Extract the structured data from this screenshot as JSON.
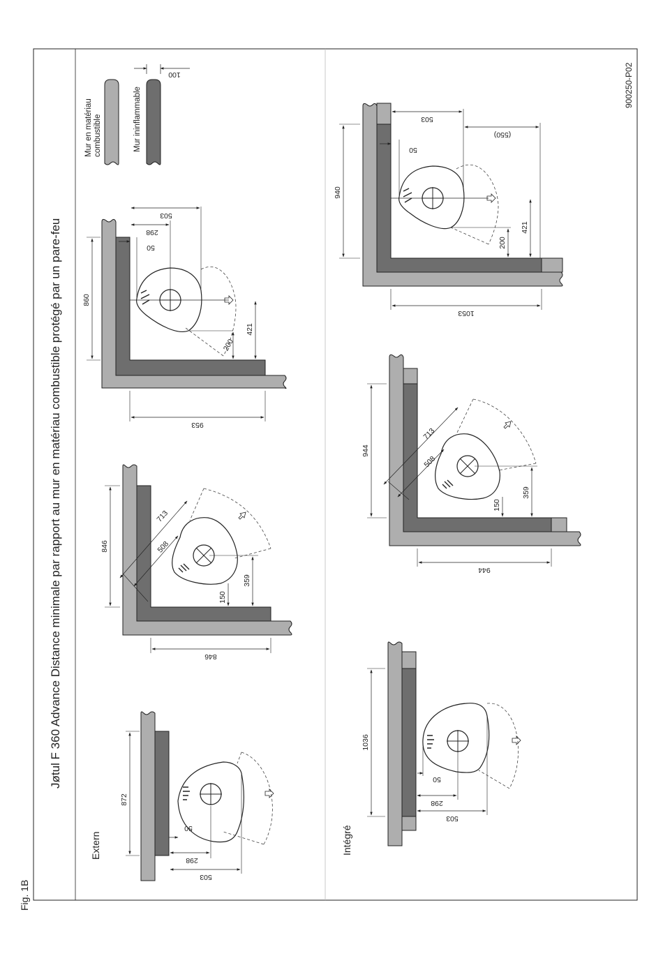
{
  "figure_label": "Fig. 1B",
  "title": "Jøtul F 360 Advance Distance minimale par rapport au mur en matériau combustible protégé par un pare-feu",
  "reference": "900250-P02",
  "colors": {
    "combustible_wall": "#aeaeae",
    "noncombustible_wall": "#6e6e6e",
    "outline": "#222222"
  },
  "legend": {
    "combustible": [
      "Mur en matériau",
      "combustible"
    ],
    "noncombustible": "Mur ininflammable",
    "noncombustible_thickness": "100"
  },
  "sections": {
    "extern": "Extern",
    "integre": "Intégré"
  },
  "diagrams": {
    "extern_straight": {
      "d872": "872",
      "d50": "50",
      "d298": "298",
      "d503": "503"
    },
    "extern_corner45": {
      "d846a": "846",
      "d846b": "846",
      "d713": "713",
      "d508": "508",
      "d150": "150",
      "d359": "359"
    },
    "extern_corner": {
      "d860": "860",
      "d953": "953",
      "d503": "503",
      "d298": "298",
      "d50": "50",
      "d200": "200",
      "d421": "421"
    },
    "integre_straight": {
      "d1036": "1036",
      "d50": "50",
      "d298": "298",
      "d503": "503"
    },
    "integre_corner45": {
      "d944a": "944",
      "d944b": "944",
      "d713": "713",
      "d508": "508",
      "d150": "150",
      "d359": "359"
    },
    "integre_corner": {
      "d940": "940",
      "d1053": "1053",
      "d503": "503",
      "d550": "(550)",
      "d50": "50",
      "d200": "200",
      "d421": "421"
    }
  }
}
